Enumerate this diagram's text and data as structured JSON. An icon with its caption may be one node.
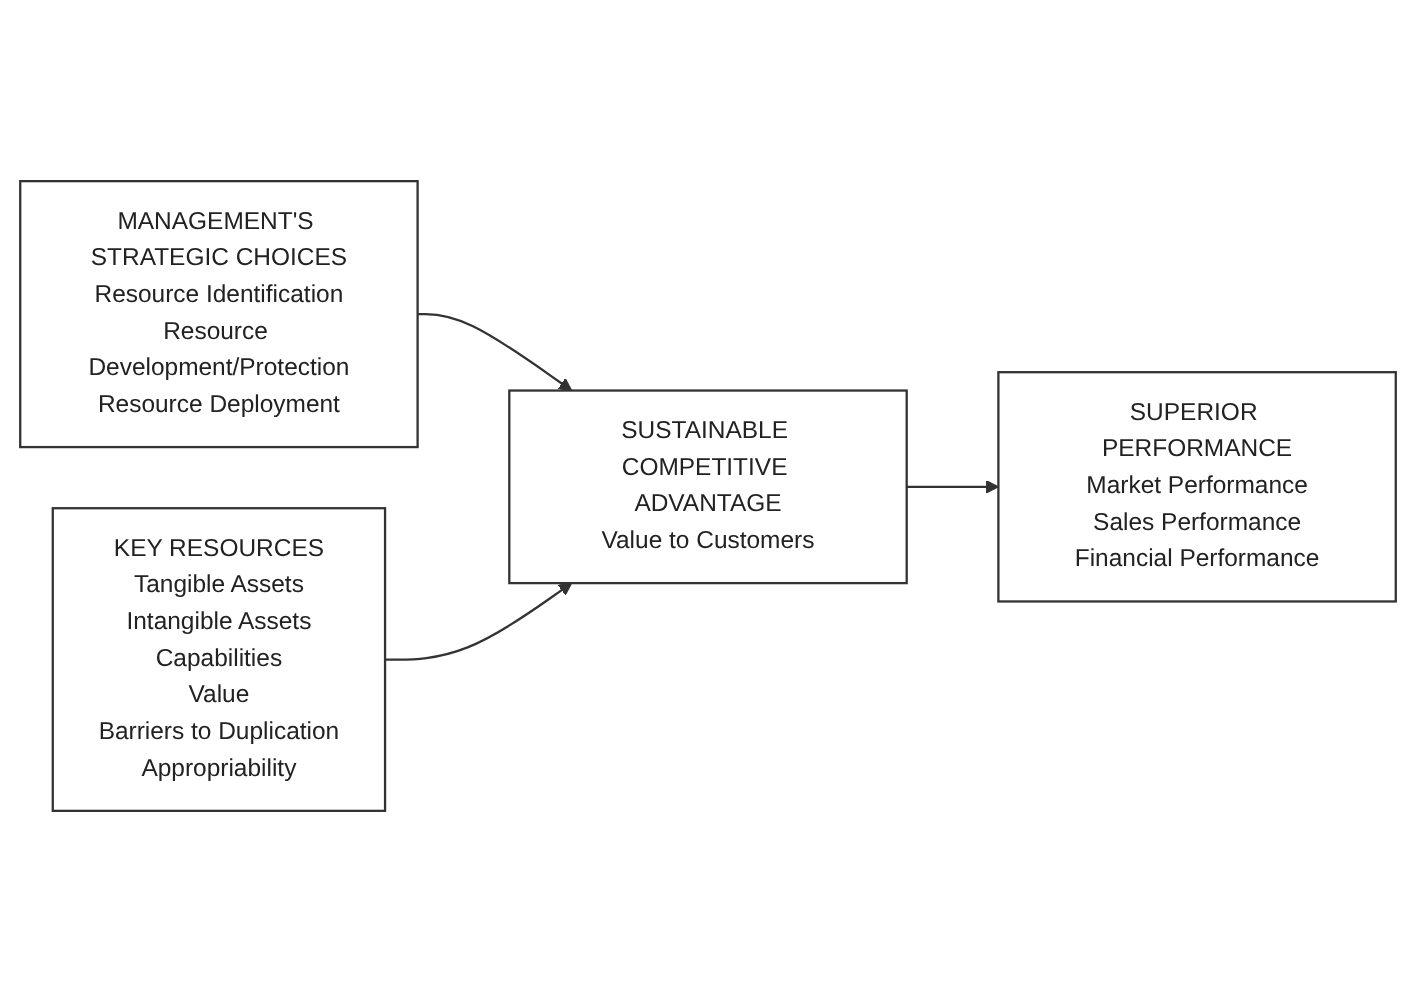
{
  "diagram": {
    "nodes": [
      {
        "text": [
          "MANAGEMENT'S STRATEGIC CHOICES",
          "Resource Identification",
          "Resource Development/Protection",
          "Resource Deployment"
        ]
      },
      {
        "text": [
          "KEY RESOURCES",
          "Tangible Assets",
          "Intangible Assets",
          "Capabilities",
          "Value",
          "Barriers to Duplication",
          "Appropriability"
        ]
      },
      {
        "text": [
          "SUSTAINABLE COMPETITIVE ADVANTAGE",
          "Value to Customers"
        ]
      },
      {
        "text": [
          "SUPERIOR PERFORMANCE",
          "Market Performance",
          "Sales Performance",
          "Financial Performance"
        ]
      }
    ],
    "edges": [
      {
        "from": 0,
        "to": 2,
        "arrow": "to"
      },
      {
        "from": 1,
        "to": 2,
        "arrow": "to"
      },
      {
        "from": 2,
        "to": 3,
        "arrow": "to"
      }
    ]
  }
}
